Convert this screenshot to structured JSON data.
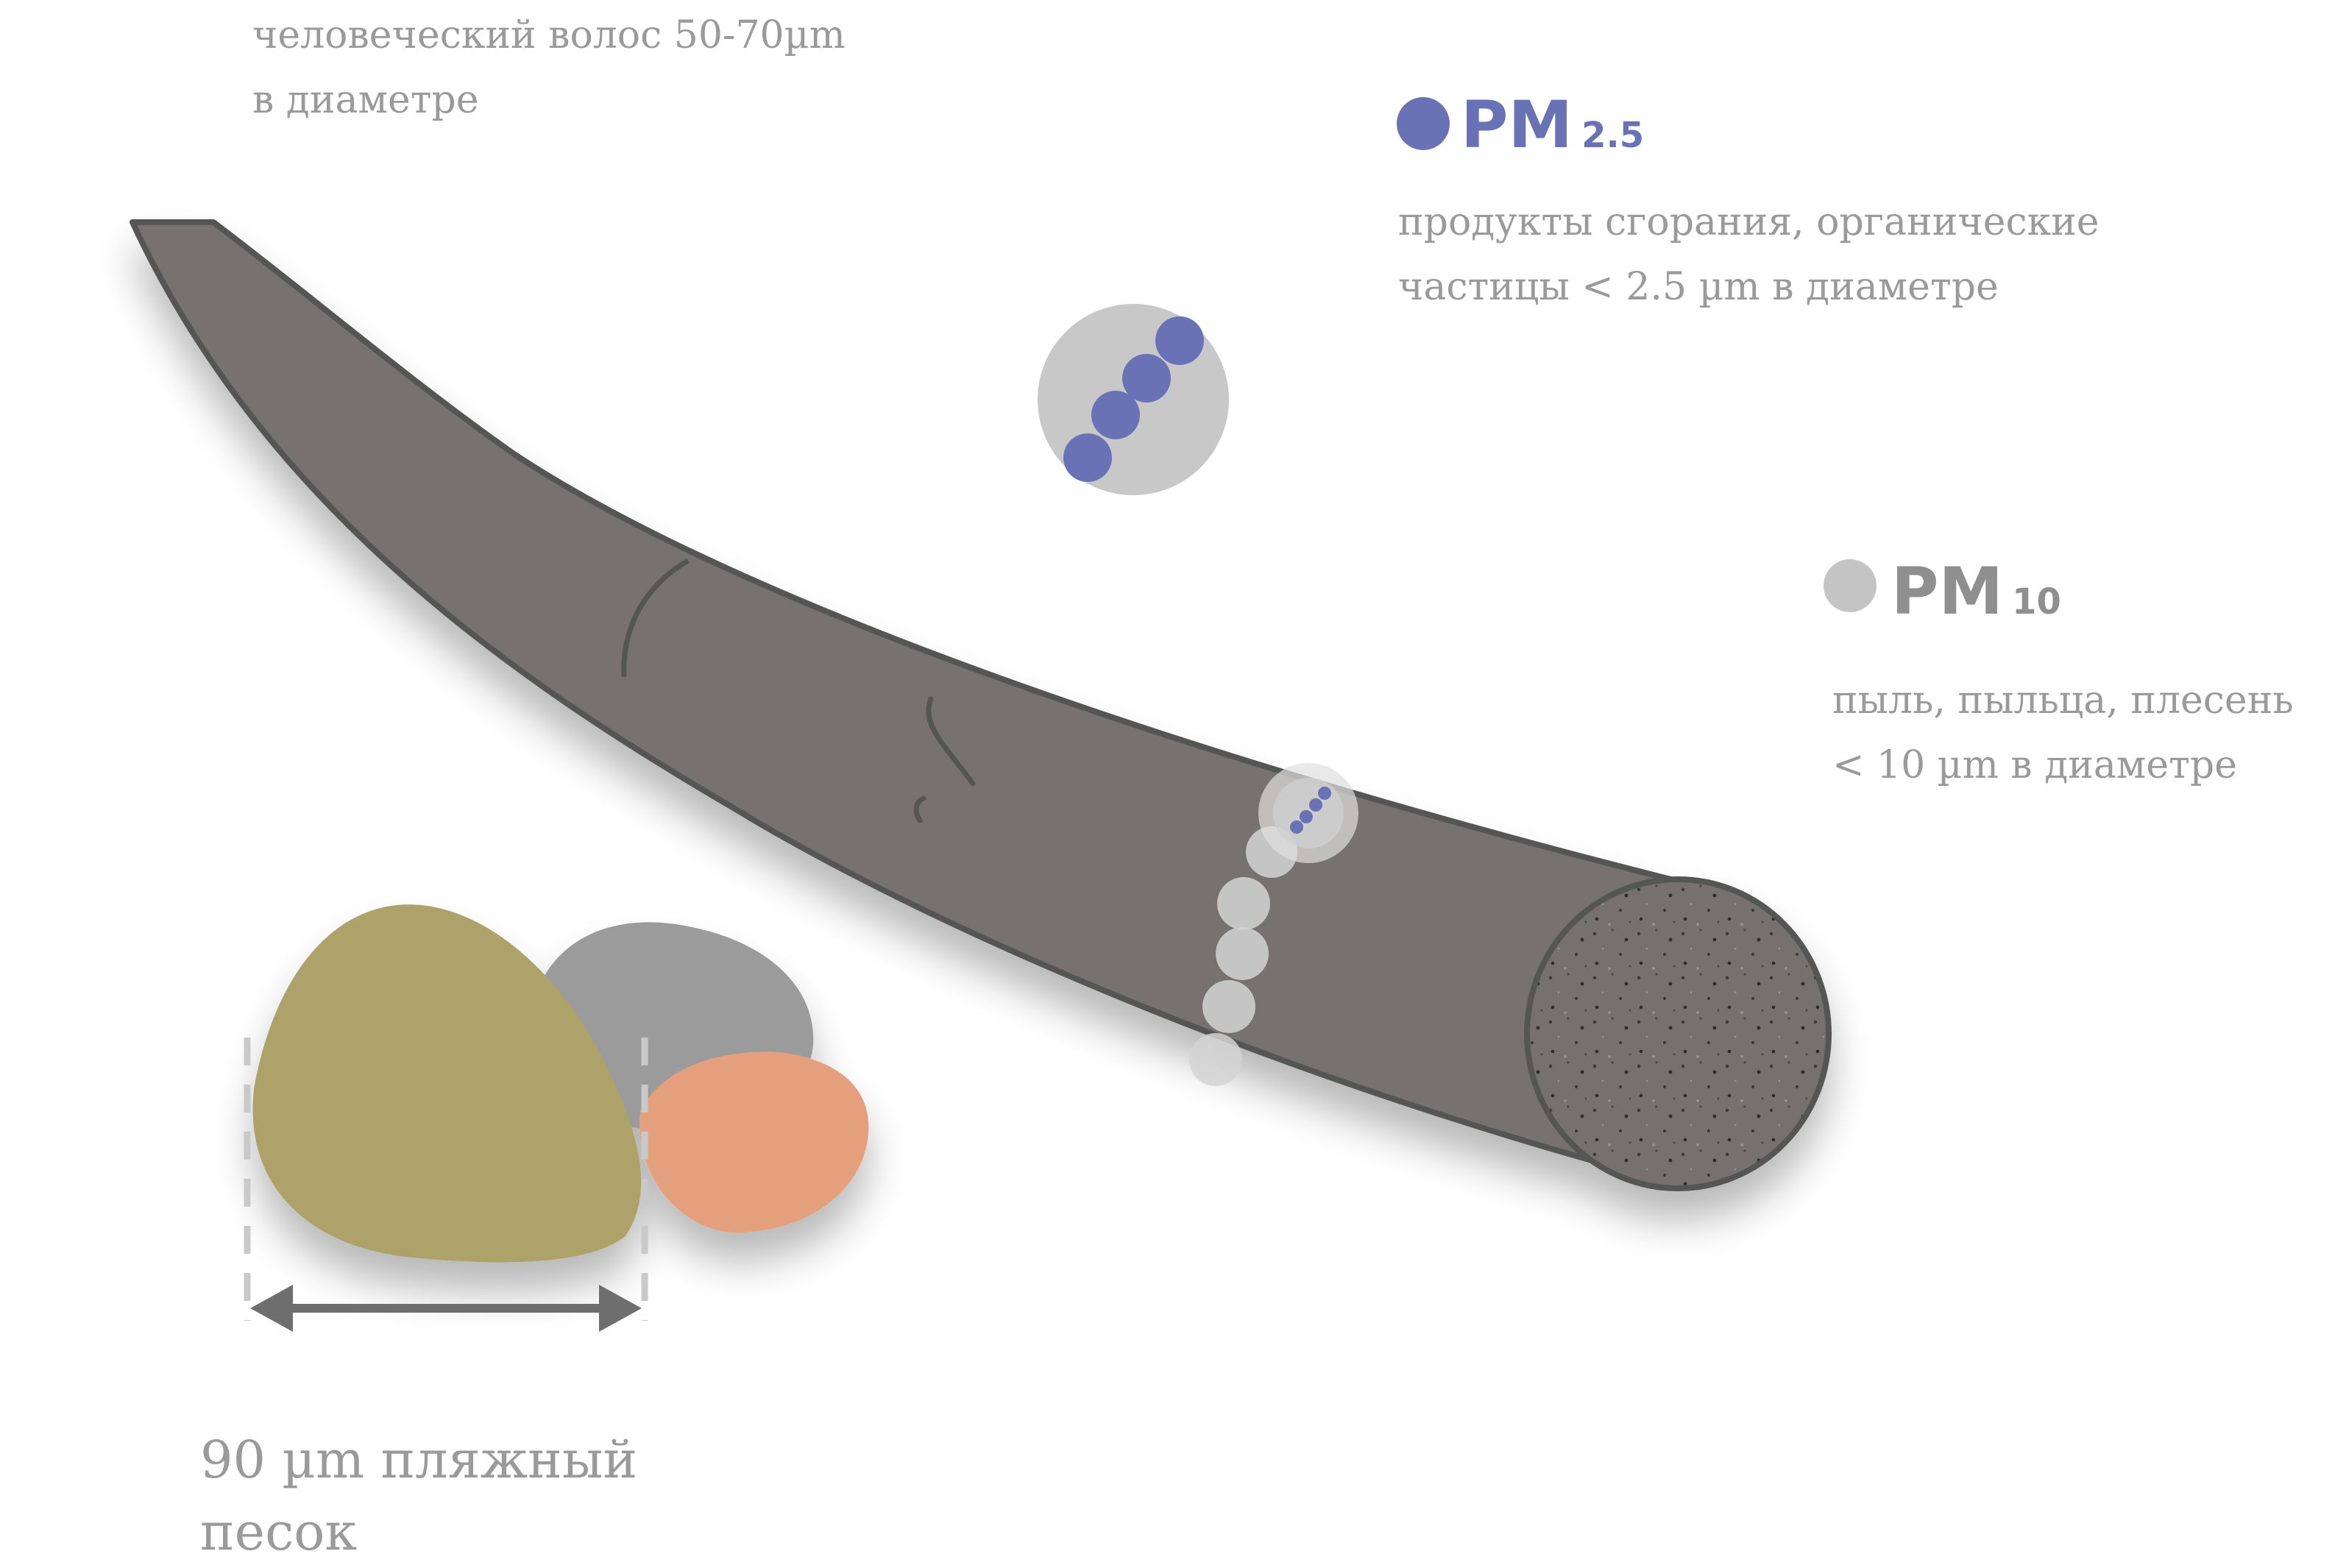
{
  "hair": {
    "label_line1": "человеческий волос 50-70µm",
    "label_line2": "в диаметре"
  },
  "pm25": {
    "title": "PM",
    "subscript": "2.5",
    "desc_line1": "продукты сгорания, органические",
    "desc_line2": "частицы < 2.5 µm в диаметре",
    "color": "#6a72b6"
  },
  "pm10": {
    "title": "PM",
    "subscript": "10",
    "desc_line1": "пыль, пыльца, плесень",
    "desc_line2": "< 10 µm в диаметре",
    "color": "#c4c4c4"
  },
  "sand": {
    "label_line1": "90 µm пляжный",
    "label_line2": "песок",
    "colors": [
      "#ada36a",
      "#9b9b9b",
      "#e4a07c"
    ]
  },
  "colors": {
    "hair_fill": "#787171",
    "hair_stroke": "#555555",
    "text_gray": "#9a9a9a",
    "arrow": "#6e6e6e"
  }
}
